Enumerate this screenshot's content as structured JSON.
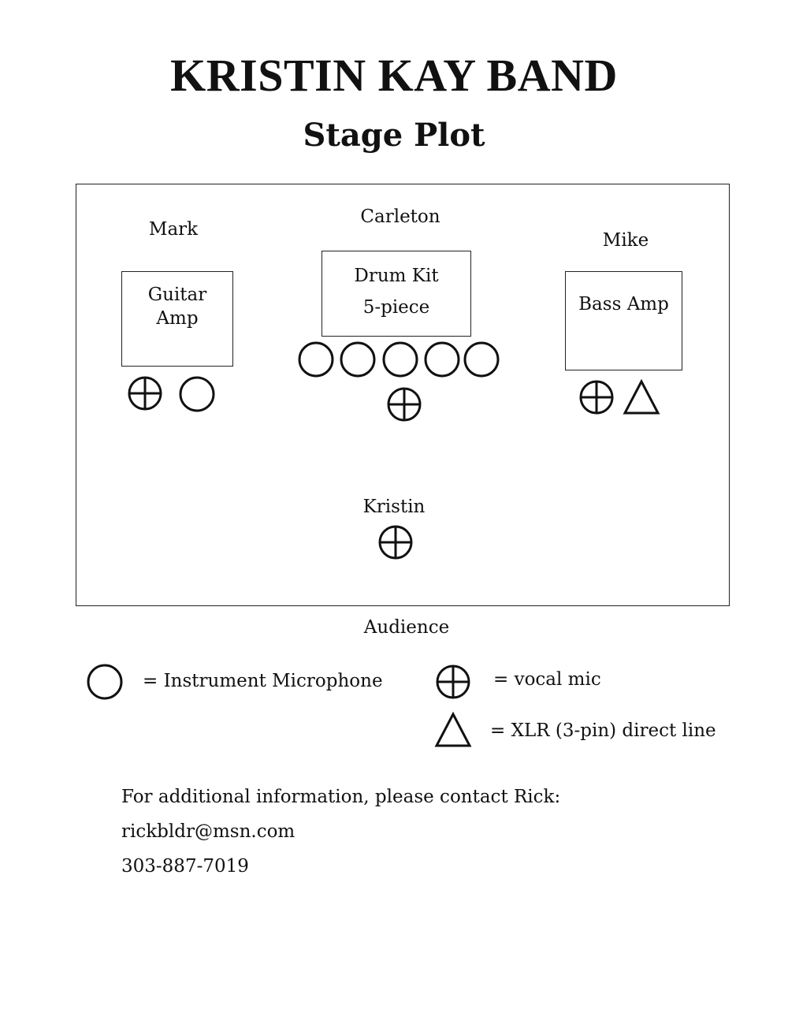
{
  "header": {
    "title": "KRISTIN KAY BAND",
    "subtitle": "Stage Plot"
  },
  "stage": {
    "performers": {
      "mark": "Mark",
      "carleton": "Carleton",
      "mike": "Mike",
      "kristin": "Kristin"
    },
    "guitar_amp": {
      "line1": "Guitar",
      "line2": "Amp"
    },
    "drum_kit": {
      "line1": "Drum Kit",
      "line2": "5-piece"
    },
    "bass_amp": {
      "label": "Bass Amp"
    },
    "audience": "Audience"
  },
  "legend": {
    "instrument_mic": "= Instrument Microphone",
    "vocal_mic": "= vocal mic",
    "direct_line": "= XLR (3-pin) direct line"
  },
  "contact": {
    "intro": "For additional information, please contact Rick:",
    "email": "rickbldr@msn.com",
    "phone": "303-887-7019"
  }
}
